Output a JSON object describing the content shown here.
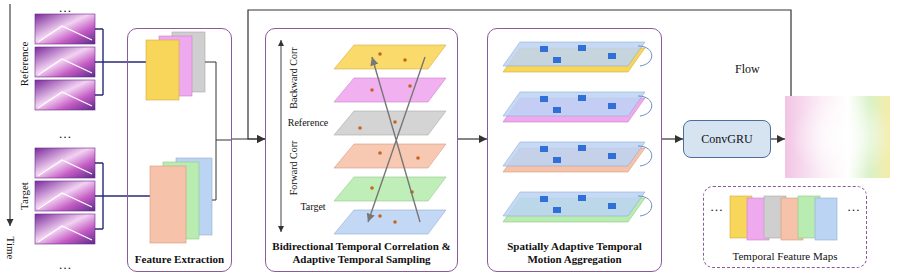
{
  "diagram": {
    "nodes": [
      {
        "text": [
          "Feature Extraction"
        ]
      },
      {
        "text": [
          "Bidirectional Temporal Correlation & Adaptive Temporal Sampling"
        ]
      },
      {
        "text": [
          "Spatially Adaptive Temporal Motion Aggregation"
        ]
      },
      {
        "text": [
          "ConvGRU"
        ]
      },
      {
        "text": [
          "Flow"
        ]
      },
      {
        "text": [
          "…",
          "…",
          "Temporal Feature Maps"
        ]
      }
    ],
    "edges": [
      {
        "from": 0,
        "to": 1,
        "arrow": "to"
      },
      {
        "from": 1,
        "to": 2,
        "arrow": "to"
      },
      {
        "from": 2,
        "to": 3,
        "arrow": "to"
      },
      {
        "from": 3,
        "to": 4,
        "arrow": "to"
      },
      {
        "from": 4,
        "to": 1,
        "arrow": "to"
      }
    ],
    "labels": [
      "…",
      "Reference",
      "…",
      "Target",
      "…",
      "Time",
      "Backward Corr",
      "Reference",
      "Forward Corr",
      "Target"
    ]
  }
}
